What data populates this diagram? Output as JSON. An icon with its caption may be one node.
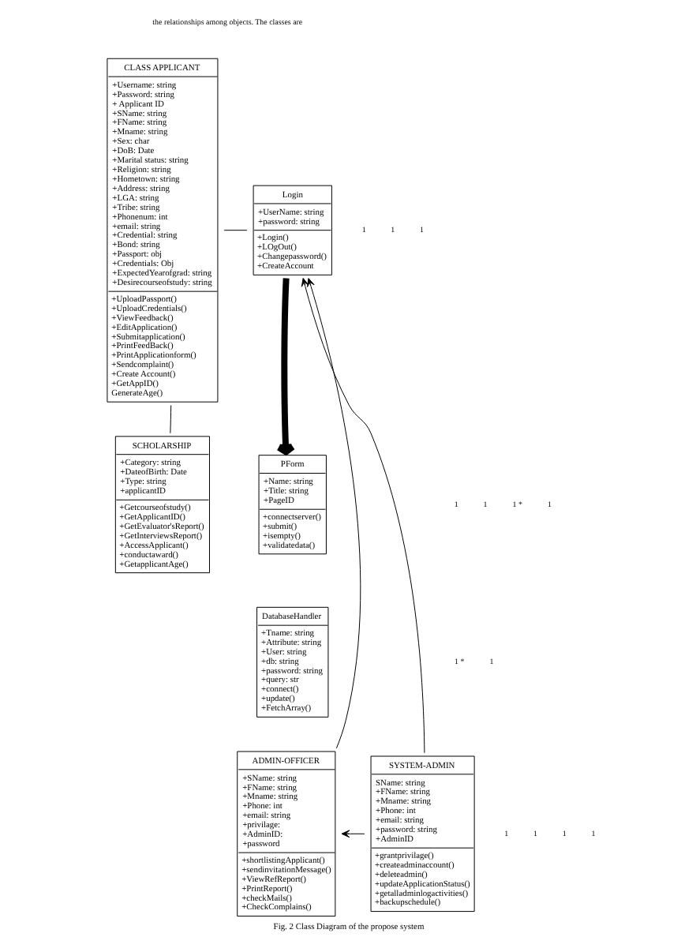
{
  "diagram": {
    "caption": "Fig. 2 Class Diagram of the propose system",
    "nodes": [
      {
        "text": [
          "CLASS APPLICANT",
          "+Username: string",
          "+Password: string",
          "+ Applicant ID",
          "+SName: string",
          "+FName: string",
          "+Mname: string",
          "+Sex: char",
          "+DoB: Date",
          "+Marital status: string",
          "+Religion: string",
          "+Hometown: string",
          "+Address: string",
          "+LGA: string",
          "+Tribe: string",
          "+Phonenum: int",
          "+email: string",
          "+Credential: string",
          "+Bond: string",
          "+Passport: obj",
          "+Credentials: Obj",
          "+ExpectedYearofgrad: string",
          "+Desirecourseofstudy: string",
          "+UploadPassport()",
          "+UploadCredentials()",
          "+ViewFeedback()",
          "+EditApplication()",
          "+Submitapplication()",
          "+PrintFeedBack()",
          "+PrintApplicationform()",
          "+Sendcomplaint()",
          "+Create Account()",
          "+GetAppID()",
          "GenerateAge()"
        ]
      },
      {
        "text": [
          "SCHOLARSHIP",
          "+Category: string",
          "+DateofBirth: Date",
          "+Type: string",
          "+applicantID",
          "+Getcourseofstudy()",
          "+GetApplicantID()",
          "+GetEvaluator'sReport()",
          "+GetInterviewsReport()",
          "+AccessApplicant()",
          "+conductaward()",
          "+GetapplicantAge()"
        ]
      },
      {
        "text": [
          "Login",
          "+UserName: string",
          "+password: string",
          "+Login()",
          "+LOgOut()",
          "+Changepassword()",
          "+CreateAccount"
        ]
      },
      {
        "text": [
          "PForm",
          "+Name: string",
          "+Title: string",
          "+PageID",
          "+connectserver()",
          "+submit()",
          "+isempty()",
          "+validatedata()"
        ]
      },
      {
        "text": [
          "DatabaseHandler",
          "+Tname: string",
          "+Attribute: string",
          "+User: string",
          "+db: string",
          "+password: string",
          "+query: str",
          "+connect()",
          "+update()",
          "+FetchArray()"
        ]
      },
      {
        "text": [
          "ADMIN-OFFICER",
          "+SName: string",
          "+FName: string",
          "+Mname: string",
          "+Phone: int",
          "+email: string",
          "+privilage:",
          "+AdminID:",
          "+password",
          "+shortlistingApplicant()",
          "+sendinvitationMessage()",
          "+ViewRefReport()",
          "+PrintReport()",
          "+checkMails()",
          "+CheckComplains()"
        ]
      },
      {
        "text": [
          "SYSTEM-ADMIN",
          "SName: string",
          "+FName: string",
          "+Mname: string",
          "+Phone: int",
          "+email: string",
          "+password: string",
          "+AdminID",
          "+grantprivilage()",
          "+createadminaccount()",
          "+deleteadmin()",
          "+updateApplicationStatus()",
          "+getalladminlogactivities()",
          "+backupschedule()"
        ]
      }
    ],
    "edges": [
      {
        "from": 0,
        "to": 2,
        "arrow": "none"
      },
      {
        "from": 1,
        "to": 0,
        "arrow": "none"
      },
      {
        "from": 2,
        "to": 3,
        "arrow": "to",
        "style": "thick"
      },
      {
        "from": 5,
        "to": 2,
        "arrow": "to"
      },
      {
        "from": 6,
        "to": 2,
        "arrow": "to"
      },
      {
        "from": 6,
        "to": 5,
        "arrow": "to"
      }
    ],
    "labels": [
      "the relationships among objects. The classes are",
      "1",
      "1",
      "1",
      "1",
      "1",
      "1 *",
      "1",
      "1 *",
      "1",
      "1",
      "1",
      "1",
      "1"
    ]
  }
}
